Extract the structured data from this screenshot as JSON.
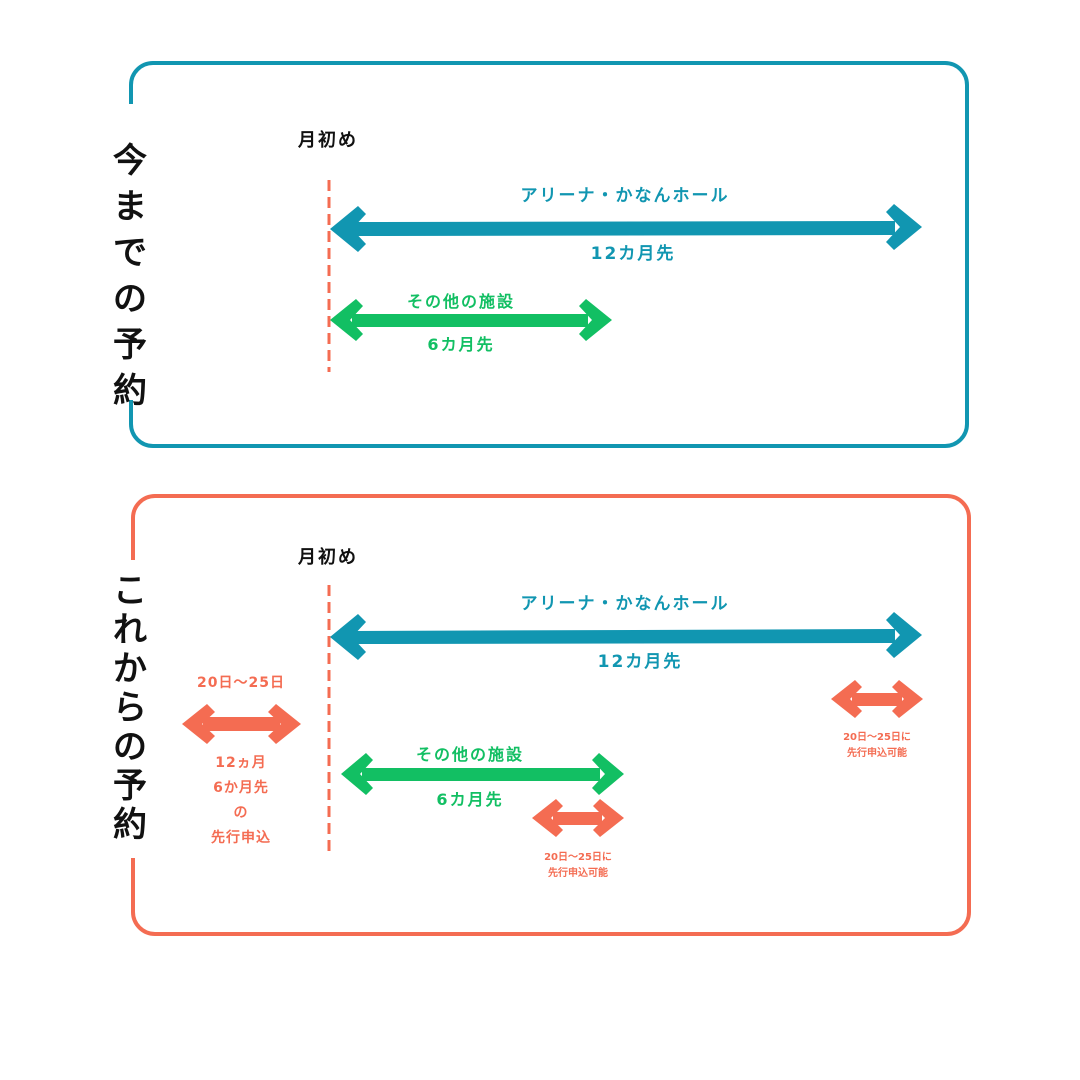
{
  "colors": {
    "teal": "#1196b1",
    "green": "#12bf63",
    "coral": "#f46c52",
    "text": "#111111"
  },
  "top": {
    "title": [
      "今",
      "ま",
      "で",
      "の",
      "予",
      "約"
    ],
    "month_start": "月初め",
    "arena": {
      "name": "アリーナ・かなんホール",
      "period": "12カ月先"
    },
    "other": {
      "name": "その他の施設",
      "period": "6カ月先"
    }
  },
  "bottom": {
    "title": [
      "こ",
      "れ",
      "か",
      "ら",
      "の",
      "予",
      "約"
    ],
    "month_start": "月初め",
    "arena": {
      "name": "アリーナ・かなんホール",
      "period": "12カ月先"
    },
    "other": {
      "name": "その他の施設",
      "period": "6カ月先"
    },
    "advance": {
      "date_range": "20日～25日",
      "lines": [
        "12ヵ月",
        "6か月先",
        "の",
        "先行申込"
      ]
    },
    "arena_advance": [
      "20日～25日に",
      "先行申込可能"
    ],
    "other_advance": [
      "20日～25日に",
      "先行申込可能"
    ]
  }
}
